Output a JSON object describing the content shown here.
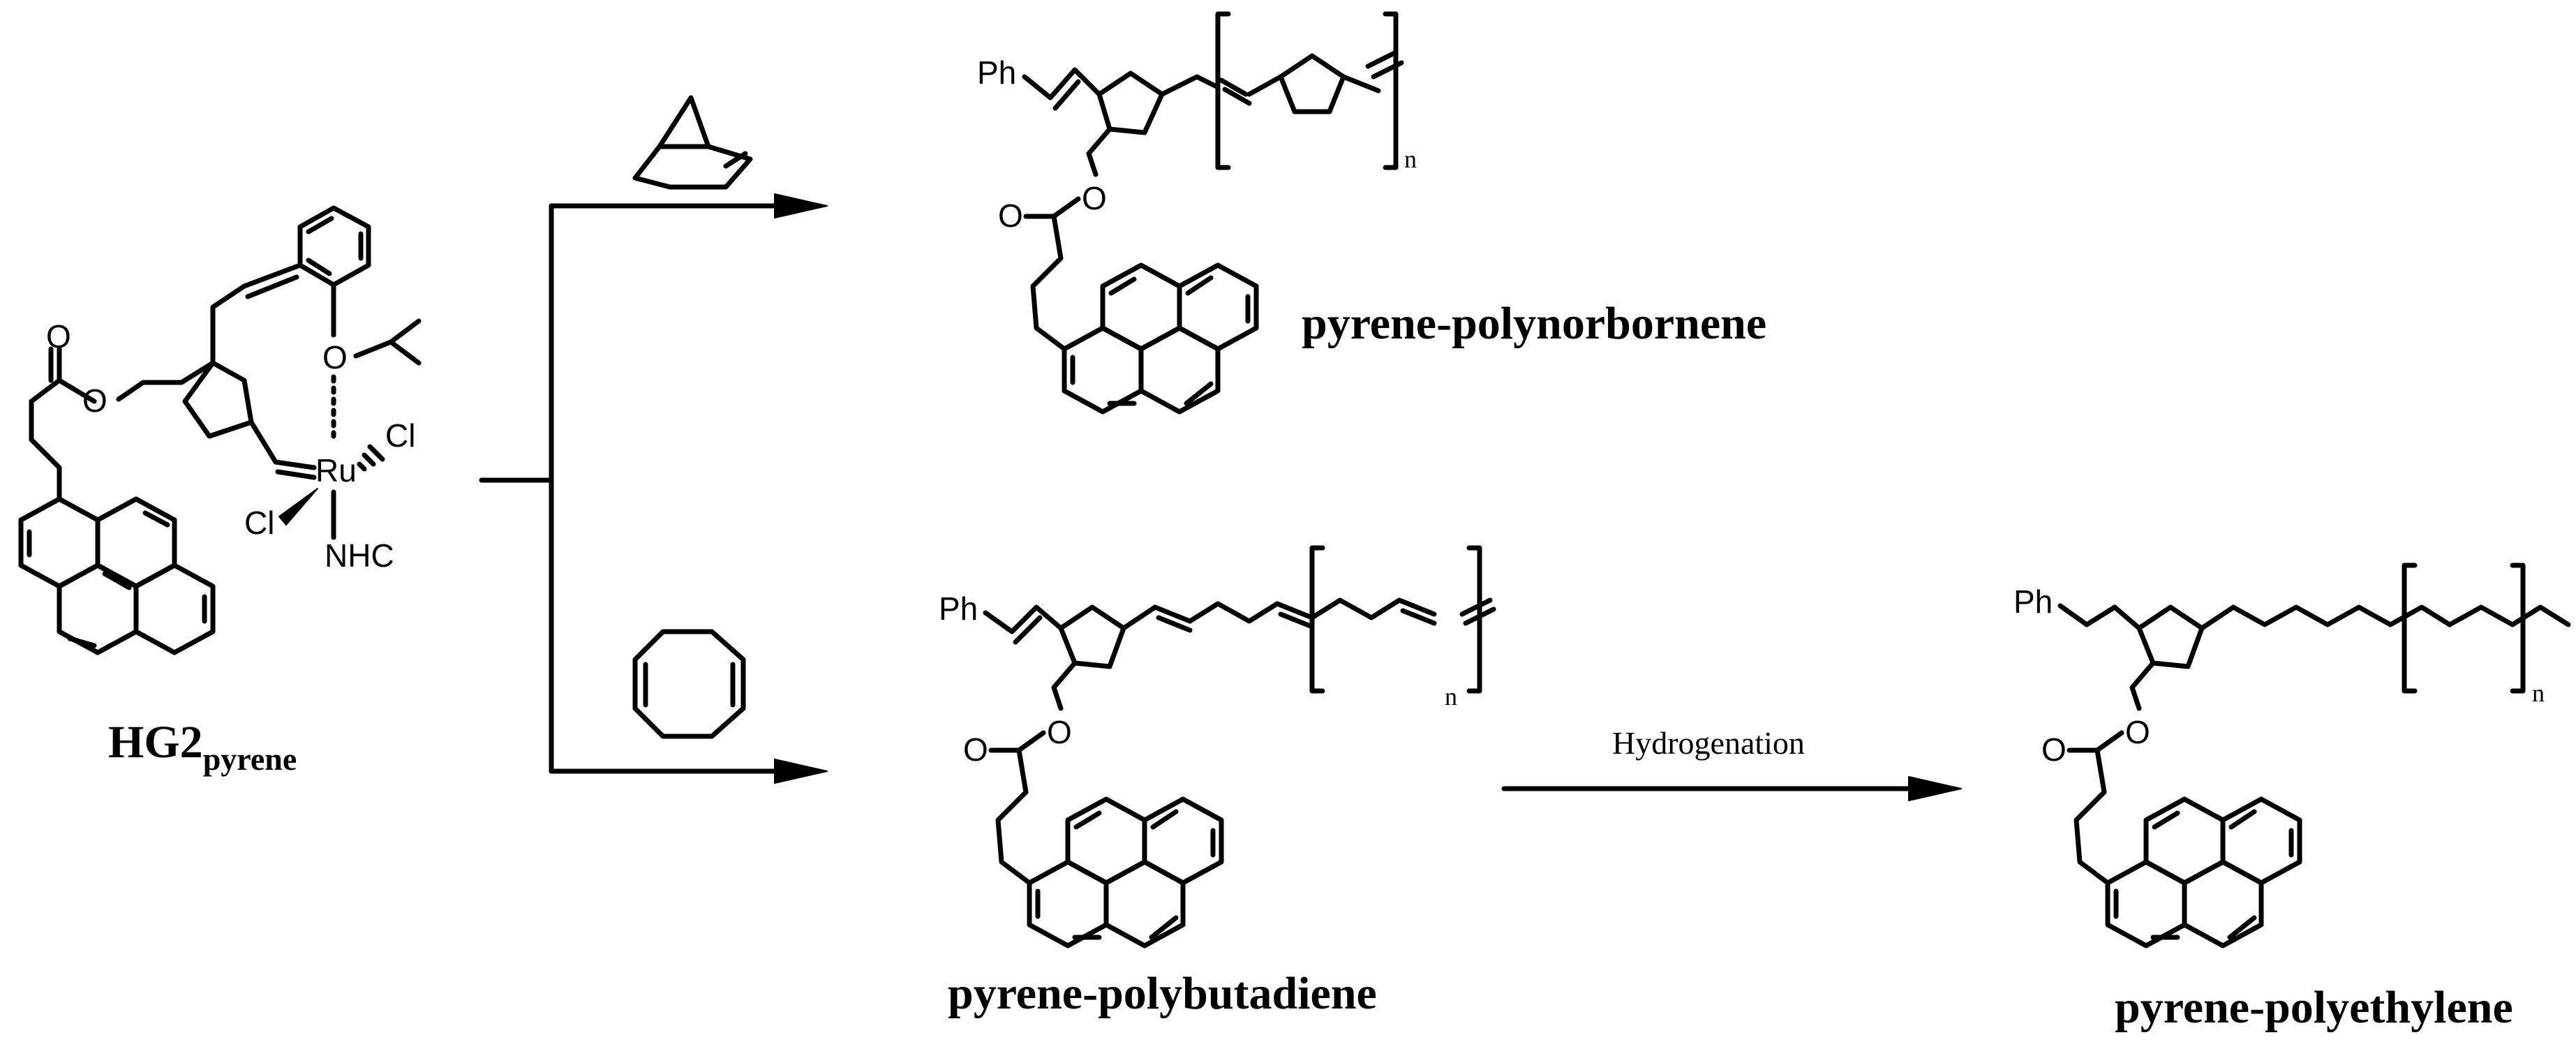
{
  "labels": {
    "catalyst_main": "HG2",
    "catalyst_sub": "pyrene",
    "product_norbornene": "pyrene-polynorbornene",
    "product_butadiene": "pyrene-polybutadiene",
    "product_ethylene": "pyrene-polyethylene",
    "hydrogenation": "Hydrogenation"
  },
  "atoms": {
    "ph": "Ph",
    "oxygen": "O",
    "chlorine": "Cl",
    "ruthenium": "Ru",
    "nhc": "NHC",
    "repeat_n": "n"
  }
}
